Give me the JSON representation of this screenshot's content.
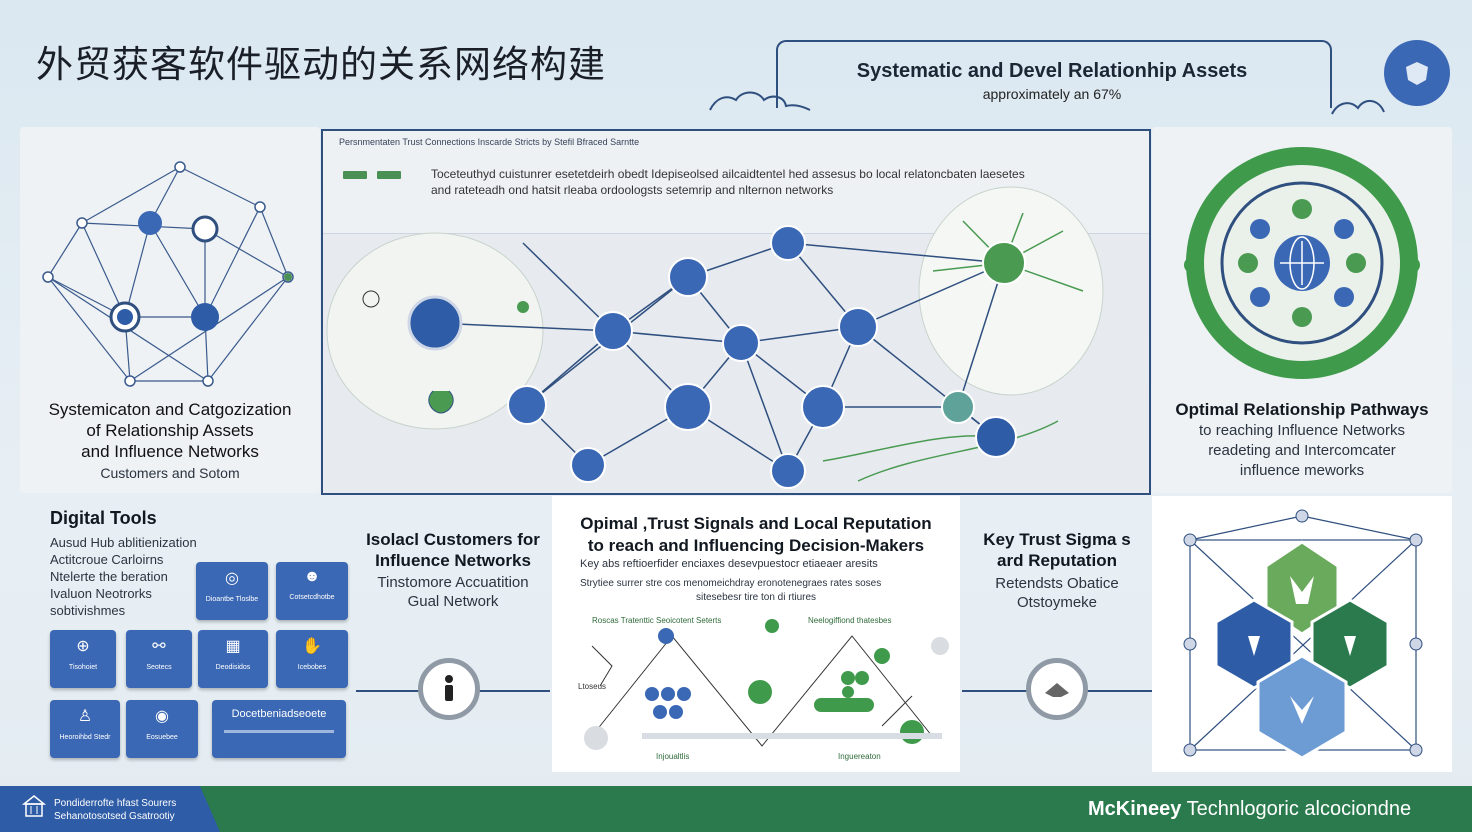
{
  "title": "外贸获客软件驱动的关系网络构建",
  "headline": {
    "title": "Systematic and Devel Relationhip Assets",
    "subtitle": "approximately an 67%"
  },
  "left_top": {
    "line1": "Systemicaton and Catgozization",
    "line2": "of Relationship Assets",
    "line3": "and Influence Networks",
    "line4": "Customers and Sotom"
  },
  "center": {
    "header_label": "Persnmentaten Trust Connections Inscarde Stricts by Stefil Bfraced Sarntte",
    "line1": "Toceteuthyd cuistunrer esetetdeirh obedt Idepiseolsed ailcaidtentel hed assesus bo local relatoncbaten laesetes",
    "line2": "and rateteadh ond hatsit rleaba ordoologsts setemrip and nlternon networks"
  },
  "right_top": {
    "line1": "Optimal Relationship Pathways",
    "line2": "to reaching Influence Networks",
    "line3": "readeting and Intercomcater",
    "line4": "influence meworks"
  },
  "digital_tools": {
    "heading": "Digital Tools",
    "lines": [
      "Ausud Hub ablitienization",
      "Actitcroue Carloirns",
      "Ntelerte the beration",
      "Ivaluon Neotrorks",
      "sobtivishmes"
    ],
    "tiles": [
      {
        "label": "Dioantbe Tloslbe",
        "icon": "globe-icon"
      },
      {
        "label": "Cotsetcdhotbe",
        "icon": "people-icon"
      },
      {
        "label": "Tisohoiet",
        "icon": "globe-icon"
      },
      {
        "label": "Seotecs",
        "icon": "share-icon"
      },
      {
        "label": "Deodisidos",
        "icon": "grid-icon"
      },
      {
        "label": "Icebobes",
        "icon": "handshake-icon"
      },
      {
        "label": "Heoroihbd Stedr",
        "icon": "person-icon"
      },
      {
        "label": "Eosuebee",
        "icon": "globe-icon"
      }
    ],
    "wide_tile": "Docetbeniadseoete"
  },
  "isolated": {
    "line1": "Isolacl Customers for",
    "line2": "Influence Networks",
    "line3": "Tinstomore Accuatition",
    "line4": "Gual Network"
  },
  "trust_center": {
    "line1": "Opimal ,Trust Signals and Local Reputation",
    "line2": "to reach and Influencing Decision-Makers",
    "line3": "Key abs reftioerfider enciaxes desevpuestocr etiaeaer aresits",
    "line4": "Strytiee surrer stre cos menomeichdray eronotenegraes rates soses",
    "line5": "sitesebesr tire ton di rtiures",
    "label_left": "Roscas Tratenttic Seoicotent Seterts",
    "label_right": "Neelogiffiond thatesbes",
    "label_bottom_left": "Injoualtlis",
    "label_bottom_right": "Inguereaton",
    "label_side": "Ltoseus"
  },
  "key_trust": {
    "line1": "Key Trust Sigma s",
    "line2": "ard Reputation",
    "line3": "Retendsts Obatice",
    "line4": "Otstoymeke"
  },
  "footer": {
    "left_line1": "Pondiderrofte hfast Sourers",
    "left_line2": "Sehanotosotsed Gsatrootiy",
    "brand_bold": "McKineey",
    "brand_rest": " Technlogoric alcociondne"
  },
  "colors": {
    "blue": "#3b68b4",
    "navy": "#2f4f7f",
    "green": "#3f9a4b",
    "teal": "#5ea29a"
  }
}
